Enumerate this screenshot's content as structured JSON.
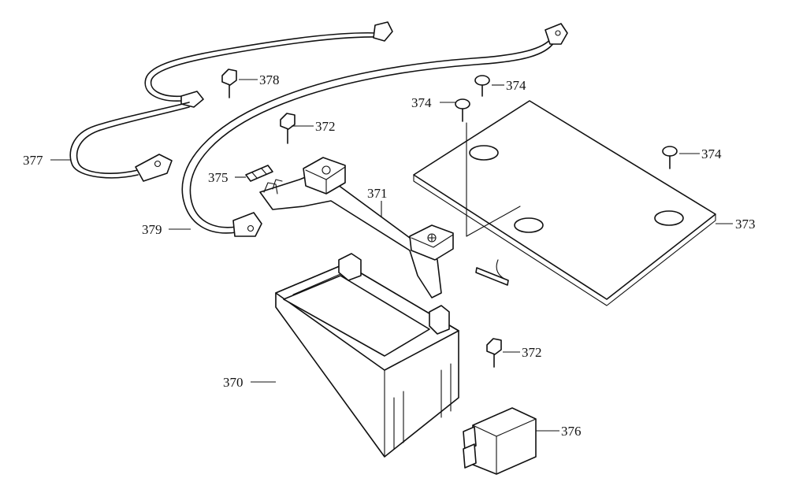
{
  "labels": {
    "p370": "370",
    "p371": "371",
    "p372a": "372",
    "p372b": "372",
    "p373": "373",
    "p374a": "374",
    "p374b": "374",
    "p374c": "374",
    "p375": "375",
    "p376": "376",
    "p377": "377",
    "p378": "378",
    "p379": "379"
  }
}
